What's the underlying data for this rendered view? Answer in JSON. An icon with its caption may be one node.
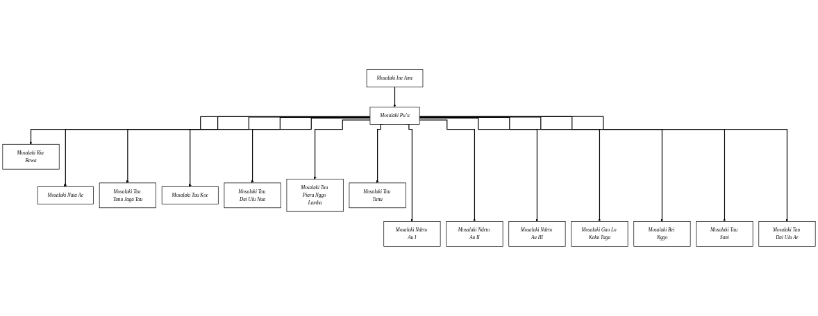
{
  "diagram": {
    "nodes": [
      {
        "text": [
          "Mosalaki Ine Ame"
        ]
      },
      {
        "text": [
          "Mosalaki Pu’u"
        ]
      },
      {
        "text": [
          "Mosalaki Ria Bewa"
        ]
      },
      {
        "text": [
          "Mosalaki Nata Ae"
        ]
      },
      {
        "text": [
          "Mosalaki Tau Tunu Jaga Tau"
        ]
      },
      {
        "text": [
          "Mosalaki Tau Koe"
        ]
      },
      {
        "text": [
          "Mosalaki Tau Dai Ulu Nua"
        ]
      },
      {
        "text": [
          "Mosalaki Tau Piara Nggo Lamba"
        ]
      },
      {
        "text": [
          "Mosalaki Tau Tunu"
        ]
      },
      {
        "text": [
          "Mosalaki Ndeto Au I"
        ]
      },
      {
        "text": [
          "Mosalaki Ndeto Au II"
        ]
      },
      {
        "text": [
          "Mosalaki Ndeto Au III"
        ]
      },
      {
        "text": [
          "Mosalaki Gao Lo Kaka Taga"
        ]
      },
      {
        "text": [
          "Mosalaki Bei Nggo"
        ]
      },
      {
        "text": [
          "Mosalaki Tau Sani"
        ]
      },
      {
        "text": [
          "Mosalaki Tau Dai Ulu Ae"
        ]
      }
    ],
    "edges": [
      {
        "from": 0,
        "to": 1,
        "arrow": "to"
      },
      {
        "from": 1,
        "to": 2,
        "arrow": "to"
      },
      {
        "from": 1,
        "to": 3,
        "arrow": "to"
      },
      {
        "from": 1,
        "to": 4,
        "arrow": "to"
      },
      {
        "from": 1,
        "to": 5,
        "arrow": "to"
      },
      {
        "from": 1,
        "to": 6,
        "arrow": "to"
      },
      {
        "from": 1,
        "to": 7,
        "arrow": "to"
      },
      {
        "from": 1,
        "to": 8,
        "arrow": "to"
      },
      {
        "from": 1,
        "to": 9,
        "arrow": "to"
      },
      {
        "from": 1,
        "to": 10,
        "arrow": "to"
      },
      {
        "from": 1,
        "to": 11,
        "arrow": "to"
      },
      {
        "from": 1,
        "to": 12,
        "arrow": "to"
      },
      {
        "from": 1,
        "to": 13,
        "arrow": "to"
      },
      {
        "from": 1,
        "to": 14,
        "arrow": "to"
      },
      {
        "from": 1,
        "to": 15,
        "arrow": "to"
      }
    ]
  }
}
